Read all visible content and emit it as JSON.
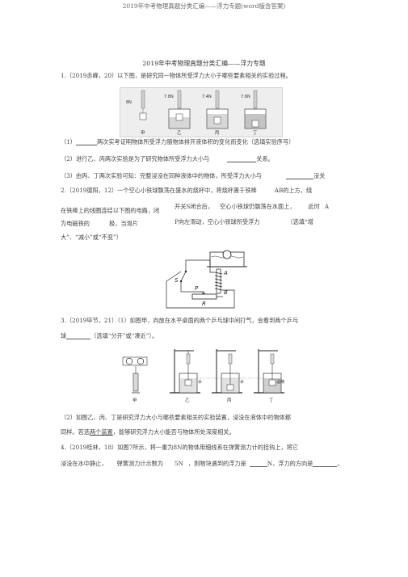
{
  "header": "2019年中考物理真题分类汇编——浮力专题(word版含答案)",
  "doc_title": "2019年中考物理真题分类汇编——浮力专题",
  "q1": {
    "stem": "1.（2019赤峰，20）以下图，是研究同一物体所受浮力大小于哪些要素相关的实验过程。",
    "fig": {
      "readings": [
        "8N",
        "7.8N",
        "7.4N",
        "7.6N"
      ],
      "labels": [
        "甲",
        "乙",
        "丙",
        "丁"
      ]
    },
    "p1_a": "（1）",
    "p1_b": "两次实考证明物体所受浮力随物体排开液体积的变化而变化（选填实验序号）",
    "p2_a": "（2）进行乙、丙两次实验是为了研究物体所受浮力大小与",
    "p2_b": "关系。",
    "p3_a": "（3）由丙、丁两次实验可知：完整浸没在同种液体中的物体，所受浮力大小与",
    "p3_b": "没关"
  },
  "q2": {
    "stem_a": "2.（2019德阳，12）一个空心小铁球飘荡在盛水的烧杯中，将烧杯置于铁棒",
    "stem_ab": "AB",
    "stem_b": "的上方，绕",
    "l2_a": "在铁棒上的线圈连结以下图的电路，闭",
    "l2_b": "开关S闭合后，",
    "l2_c": "空心小铁球仍飘荡在水面上，",
    "l2_d": "此时",
    "l2_A": "A",
    "l3_a": "为电磁铁的",
    "l3_b": "极，当滑片",
    "l3_c": "P向左滑动，空心小铁球所受浮力",
    "l3_d": "（选填“增",
    "l4": "大”、“减小”或“不变”）",
    "fig_labels": {
      "S": "S",
      "P": "P",
      "R": "R",
      "A": "A",
      "B": "B"
    }
  },
  "q3": {
    "stem": "3.（2019毕节，21）（1）如图甲，向放在水平桌面的两个乒乓球中间打气，会看到两个乒乓",
    "l2_a": "球",
    "l2_b": "（选填“分开”或“凑近”）。",
    "fig_labels": [
      "甲",
      "乙",
      "丙",
      "丁"
    ],
    "liquid_water": "水",
    "liquid_alcohol": "酒精",
    "p2": "（2）如图乙、丙、丁是研究浮力大小与哪些要素相关的实验装置，浸没在液体中的物体都",
    "p3_a": "同样。若选",
    "p3_b": "两个装置",
    "p3_c": "，能够研究浮力大小能否与物体所处深度相关。"
  },
  "q4": {
    "stem": "4.（2019桂林，18）如图7所示，将一重为8N的物体用细线系在弹簧测力计的挂钩上，将它",
    "l2_a": "浸没在水中静止，",
    "l2_b": "弹簧测力计示数为",
    "l2_c": "5N",
    "l2_d": "，则物块遇到的浮力是",
    "l2_e": "N，浮力的方向是",
    "l2_f": "。"
  }
}
